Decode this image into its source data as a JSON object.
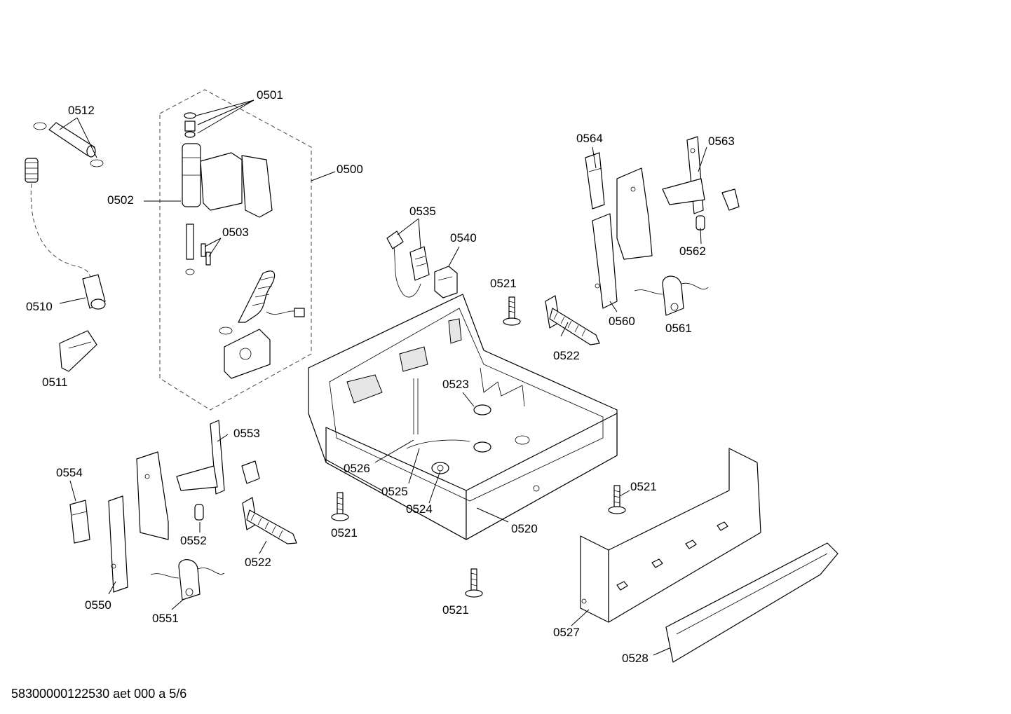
{
  "footer": "58300000122530 aet 000 a 5/6",
  "labels": {
    "p0500": "0500",
    "p0501": "0501",
    "p0502": "0502",
    "p0503": "0503",
    "p0510": "0510",
    "p0511": "0511",
    "p0512": "0512",
    "p0520": "0520",
    "p0521": "0521",
    "p0522": "0522",
    "p0523": "0523",
    "p0524": "0524",
    "p0525": "0525",
    "p0526": "0526",
    "p0527": "0527",
    "p0528": "0528",
    "p0535": "0535",
    "p0540": "0540",
    "p0550": "0550",
    "p0551": "0551",
    "p0552": "0552",
    "p0553": "0553",
    "p0554": "0554",
    "p0560": "0560",
    "p0561": "0561",
    "p0562": "0562",
    "p0563": "0563",
    "p0564": "0564"
  }
}
